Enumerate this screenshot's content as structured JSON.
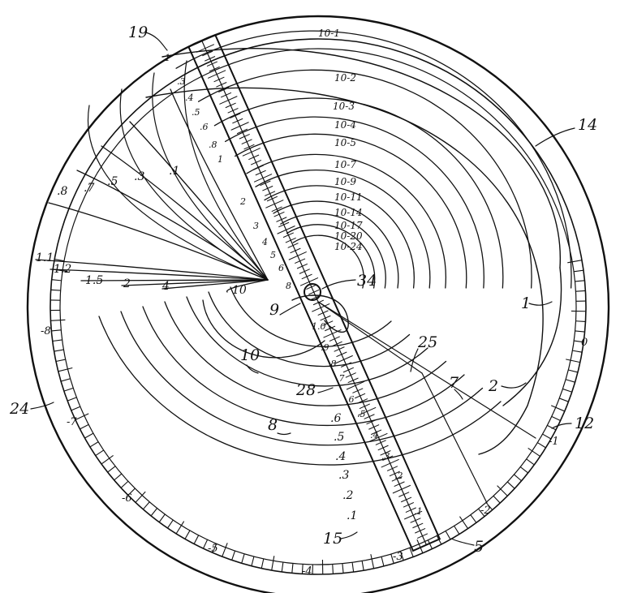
{
  "reference_numerals": {
    "r19": "19",
    "r14": "14",
    "r34": "34",
    "r9": "9",
    "r25": "25",
    "r28": "28",
    "r7": "7",
    "r1": "1",
    "r2": "2",
    "r12": "12",
    "r24": "24",
    "r15": "15",
    "r5": "5",
    "r10": "10",
    "r8": "8"
  },
  "upper_curve_labels": [
    "10-1",
    "10-2",
    "10-3",
    "10-4",
    "10-5",
    "10-7",
    "10-9",
    "10-11",
    "10-14",
    "10-17",
    "10-20",
    "10-24"
  ],
  "left_fan_labels": [
    ".8",
    ".7",
    ".5",
    ".3",
    ".1",
    "1.1",
    "1.2",
    "1.5",
    "2",
    "4",
    "10"
  ],
  "lower_curve_labels": [
    ".6",
    ".5",
    ".4",
    ".3",
    ".2",
    ".1"
  ],
  "ring_scale_labels": [
    "0",
    "-1",
    "-2",
    "-3",
    "-4",
    "-5",
    "-6",
    "-7",
    "-8"
  ],
  "rule_upper_labels": [
    "1",
    ".3",
    ".4",
    ".5",
    ".6",
    ".8",
    "1",
    "2",
    "3",
    "4",
    "5",
    "6",
    "8"
  ],
  "rule_lower_labels": [
    "1.0",
    ".9",
    ".8",
    ".7",
    ".6",
    ".5",
    ".4",
    ".3",
    ".2",
    ".1"
  ],
  "colors": {
    "ink": "#111111",
    "paper": "#ffffff"
  }
}
